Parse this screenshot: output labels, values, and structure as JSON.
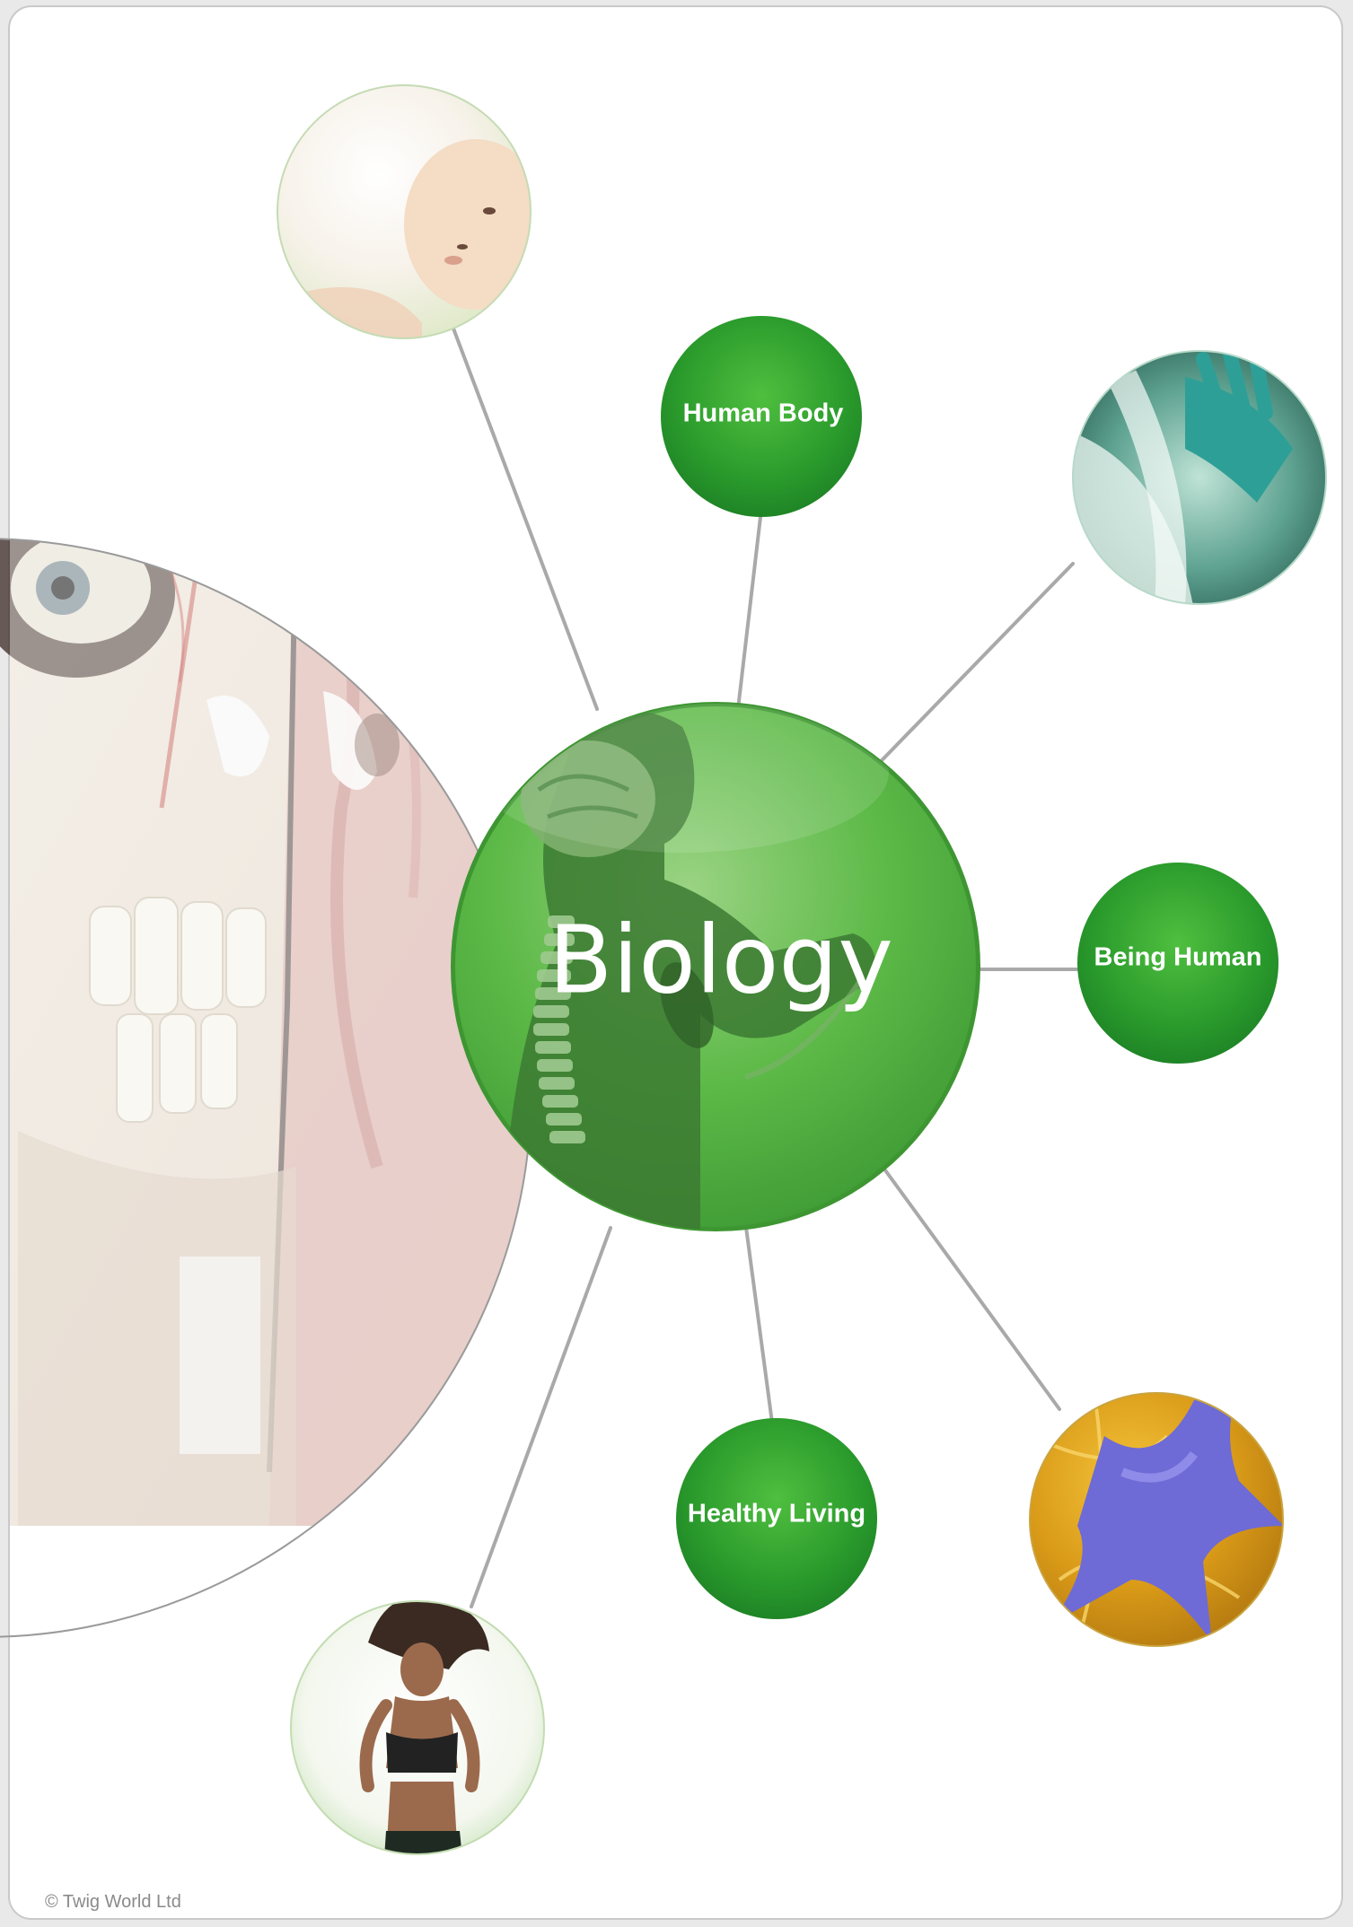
{
  "center": {
    "title": "Biology",
    "color": "#4cae3a"
  },
  "topics": [
    {
      "label": "Human Body"
    },
    {
      "label": "Being Human"
    },
    {
      "label": "Healthy Living"
    }
  ],
  "image_nodes": [
    {
      "depicts": "baby"
    },
    {
      "depicts": "gloved hand with x-ray"
    },
    {
      "depicts": "neuron cell"
    },
    {
      "depicts": "running woman"
    }
  ],
  "background_image": {
    "depicts": "anatomical skull model"
  },
  "footer": {
    "copyright": "© Twig World Ltd"
  },
  "colors": {
    "accent_green": "#2e9a2e",
    "dark_green": "#1f7a22",
    "connector_gray": "#a9a9a9"
  }
}
